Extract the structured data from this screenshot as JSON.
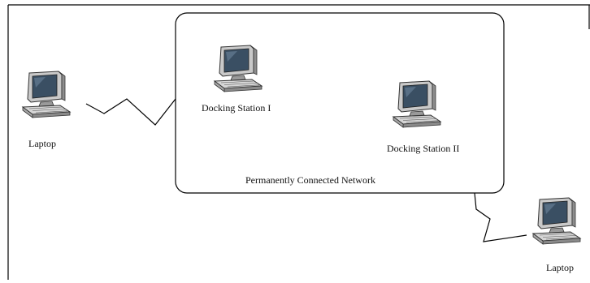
{
  "nodes": {
    "laptop_left": {
      "label": "Laptop",
      "icon": "desktop-computer-icon"
    },
    "docking_station_1": {
      "label": "Docking Station I",
      "icon": "desktop-computer-icon"
    },
    "docking_station_2": {
      "label": "Docking Station II",
      "icon": "desktop-computer-icon"
    },
    "laptop_right": {
      "label": "Laptop",
      "icon": "desktop-computer-icon"
    }
  },
  "network": {
    "label": "Permanently Connected Network"
  },
  "colors": {
    "line": "#000000",
    "monitor_screen": "#3a4f63",
    "case": "#bdbdbd",
    "case_dark": "#7a7a7a"
  }
}
